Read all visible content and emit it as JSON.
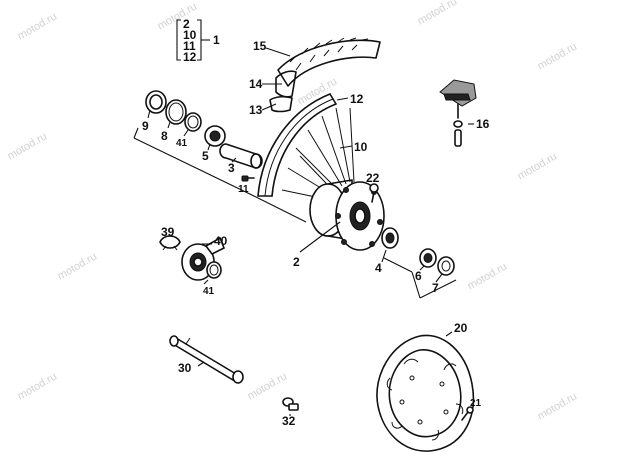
{
  "watermark": "motod.ru",
  "kit_group": {
    "items": [
      "2",
      "10",
      "11",
      "12"
    ],
    "label": "1"
  },
  "callouts": {
    "hub": "2",
    "axle_spacer": "3",
    "spacer_right": "4",
    "bearing_left": "5",
    "bearing_right": "6",
    "seal_right": "7",
    "circlip": "8",
    "seal_left": "9",
    "spokes": "10",
    "nipple": "11",
    "rim": "12",
    "rim_tape": "13",
    "tube": "14",
    "tyre": "15",
    "valve_cap": "16",
    "brake_disc": "20",
    "disc_screw": "21",
    "hub_screw": "22",
    "axle": "30",
    "axle_screw": "32",
    "speedo_clip": "39",
    "speedo_drive": "40",
    "drive_ring_left": "41",
    "drive_ring_lower": "41"
  }
}
